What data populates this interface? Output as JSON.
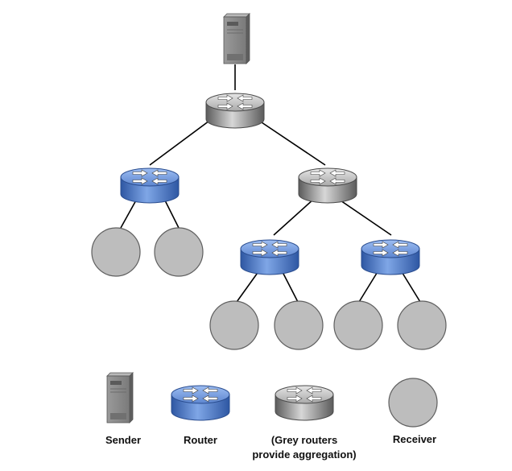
{
  "colors": {
    "background": "#ffffff",
    "link": "#000000",
    "router_blue": "#3f6fc0",
    "router_grey": "#9a9a9a",
    "receiver": "#bdbdbd",
    "server": "#8c8c8c"
  },
  "legend": {
    "sender_label": "Sender",
    "router_label": "Router",
    "grey_router_label_line1": "(Grey routers",
    "grey_router_label_line2": "provide aggregation)",
    "receiver_label": "Receiver"
  },
  "icons": {
    "sender": "server-icon",
    "router": "router-icon",
    "grey_router": "aggregation-router-icon",
    "receiver": "receiver-icon"
  }
}
